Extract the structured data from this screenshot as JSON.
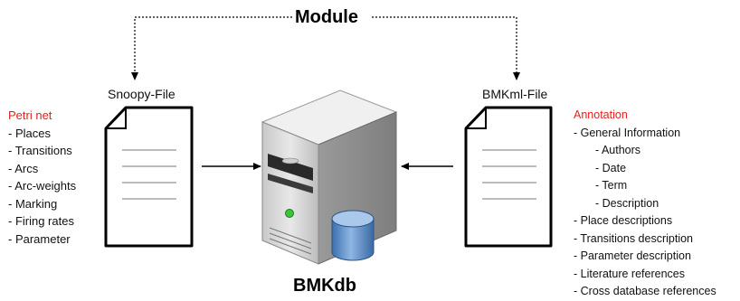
{
  "module_label": "Module",
  "database": {
    "name": "BMKdb",
    "server_icon": "server-tower-icon",
    "db_icon": "database-cylinder-icon"
  },
  "left_file": {
    "label": "Snoopy-File",
    "icon": "document-icon",
    "section_title": "Petri net",
    "items": [
      "- Places",
      "- Transitions",
      "- Arcs",
      "- Arc-weights",
      "- Marking",
      "- Firing rates",
      "- Parameter"
    ]
  },
  "right_file": {
    "label": "BMKml-File",
    "icon": "document-icon",
    "section_title": "Annotation",
    "items": [
      "- General Information",
      "- Authors",
      "- Date",
      "- Term",
      "- Description",
      "-  Place descriptions",
      "- Transitions description",
      "- Parameter description",
      "- Literature references",
      "- Cross database references"
    ]
  },
  "colors": {
    "accent_red": "#e3201b",
    "server_body": "#d5d5d5",
    "db_blue": "#5b8fc9"
  }
}
